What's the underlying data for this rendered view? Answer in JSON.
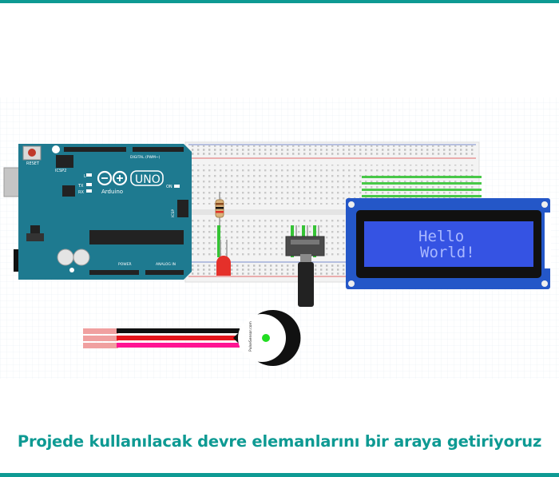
{
  "colors": {
    "accent": "#0e9a93",
    "arduino_board": "#1e7a90",
    "lcd_screen": "#3553e3",
    "lcd_frame": "#2457c8",
    "lcd_text": "#a9b8ff",
    "led_red": "#e5302a",
    "wire_black": "#111111",
    "wire_red": "#e5151c",
    "wire_pink": "#ff1493",
    "sensor_dot": "#22dd22"
  },
  "arduino": {
    "reset_label": "RESET",
    "icsp2_label": "ICSP2",
    "model_label": "UNO",
    "brand_label": "Arduino",
    "digital_label": "DIGITAL (PWM~)",
    "power_label": "POWER",
    "analog_label": "ANALOG IN",
    "icsp_label": "ICSP",
    "tx_label": "TX",
    "rx_label": "RX",
    "l_label": "L",
    "on_label": "ON"
  },
  "lcd": {
    "line1": "Hello",
    "line2": "World!"
  },
  "sensor": {
    "label": "PulseSensor.com"
  },
  "caption": "Projede kullanılacak devre elemanlarını bir araya getiriyoruz"
}
